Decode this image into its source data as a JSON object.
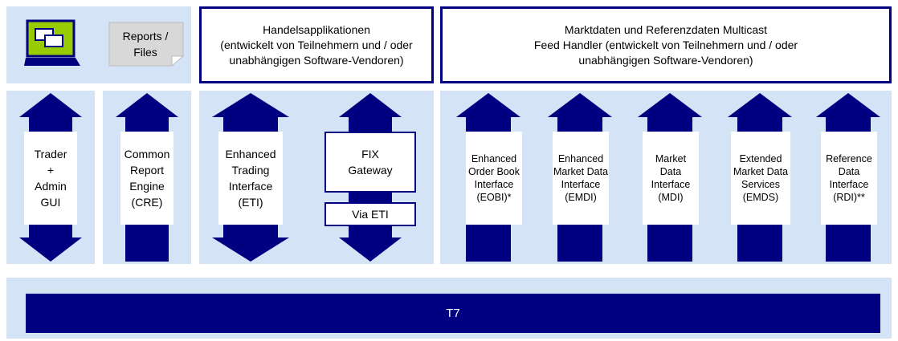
{
  "top": {
    "reports_files": "Reports /\nFiles",
    "trading_apps": "Handelsapplikationen\n(entwickelt von Teilnehmern und / oder\nunabhängigen Software-Vendoren)",
    "feed_handler": "Marktdaten und Referenzdaten Multicast\nFeed Handler (entwickelt von Teilnehmern und / oder\nunabhängigen Software-Vendoren)"
  },
  "interfaces": {
    "trader_gui": "Trader\n+\nAdmin\nGUI",
    "cre": "Common\nReport\nEngine\n(CRE)",
    "eti": "Enhanced\nTrading\nInterface\n(ETI)",
    "fix_gateway": "FIX\nGateway",
    "via_eti": "Via ETI",
    "eobi": "Enhanced\nOrder Book\nInterface\n(EOBI)*",
    "emdi": "Enhanced\nMarket Data\nInterface\n(EMDI)",
    "mdi": "Market\nData\nInterface\n(MDI)",
    "emds": "Extended\nMarket Data\nServices\n(EMDS)",
    "rdi": "Reference\nData\nInterface\n(RDI)**"
  },
  "base": {
    "t7": "T7"
  },
  "colors": {
    "navy": "#000080",
    "light_blue": "#d4e3f5",
    "laptop_green": "#99cc00"
  },
  "icons": {
    "laptop": "laptop-icon",
    "document": "document-icon"
  }
}
